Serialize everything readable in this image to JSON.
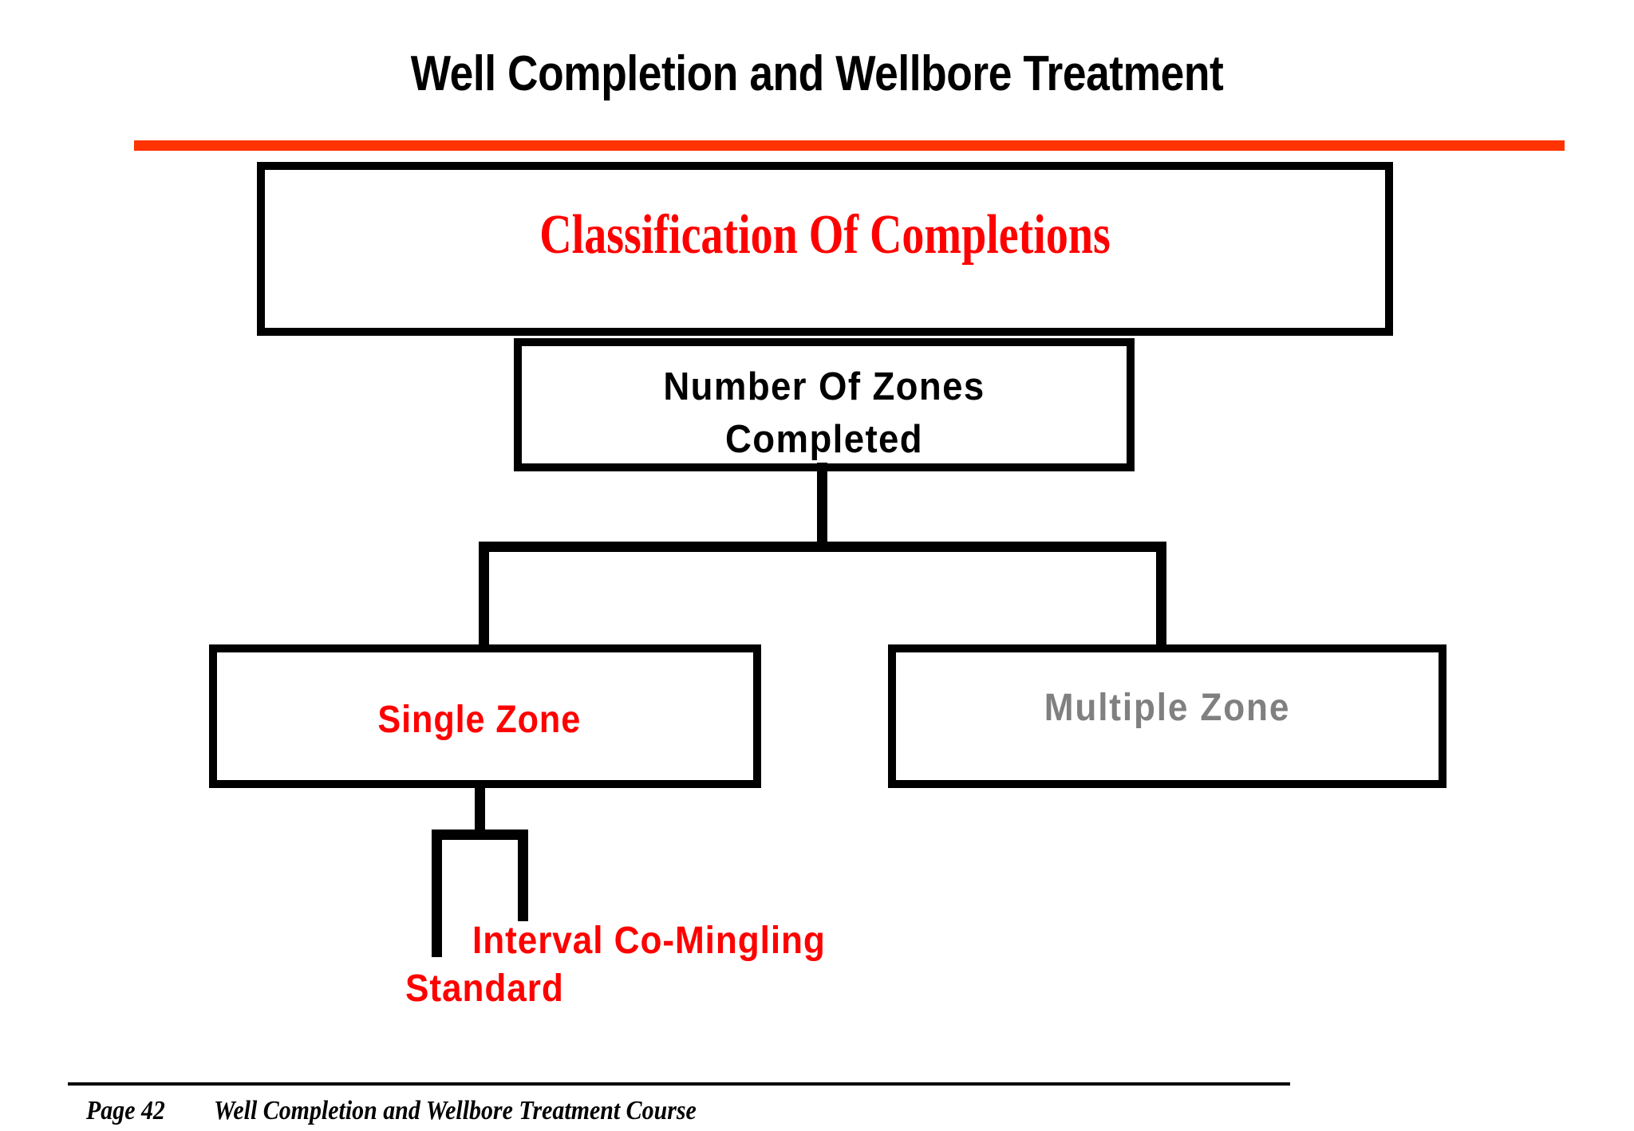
{
  "slide": {
    "title": "Well Completion and Wellbore Treatment",
    "accent_rule_color": "#FF3300"
  },
  "diagram": {
    "title": "Classification Of Completions",
    "nodes": [
      {
        "id": "classification",
        "label": "Classification Of Completions",
        "color": "#FF0000",
        "level": 0
      },
      {
        "id": "zones",
        "label_line1": "Number Of Zones",
        "label_line2": "Completed",
        "color": "#000000",
        "level": 1
      },
      {
        "id": "single-zone",
        "label": "Single Zone",
        "color": "#FF0000",
        "level": 2
      },
      {
        "id": "multiple-zone",
        "label": "Multiple Zone",
        "color": "#808080",
        "level": 2
      },
      {
        "id": "interval-comingling",
        "label": "Interval Co-Mingling",
        "color": "#FF0000",
        "level": 3
      },
      {
        "id": "standard",
        "label": "Standard",
        "color": "#FF0000",
        "level": 3
      }
    ],
    "edges": [
      {
        "from": "classification",
        "to": "zones"
      },
      {
        "from": "zones",
        "to": "single-zone"
      },
      {
        "from": "zones",
        "to": "multiple-zone"
      },
      {
        "from": "single-zone",
        "to": "standard"
      },
      {
        "from": "single-zone",
        "to": "interval-comingling"
      }
    ]
  },
  "footer": {
    "page": "Page 42",
    "course": "Well Completion and Wellbore Treatment Course"
  }
}
